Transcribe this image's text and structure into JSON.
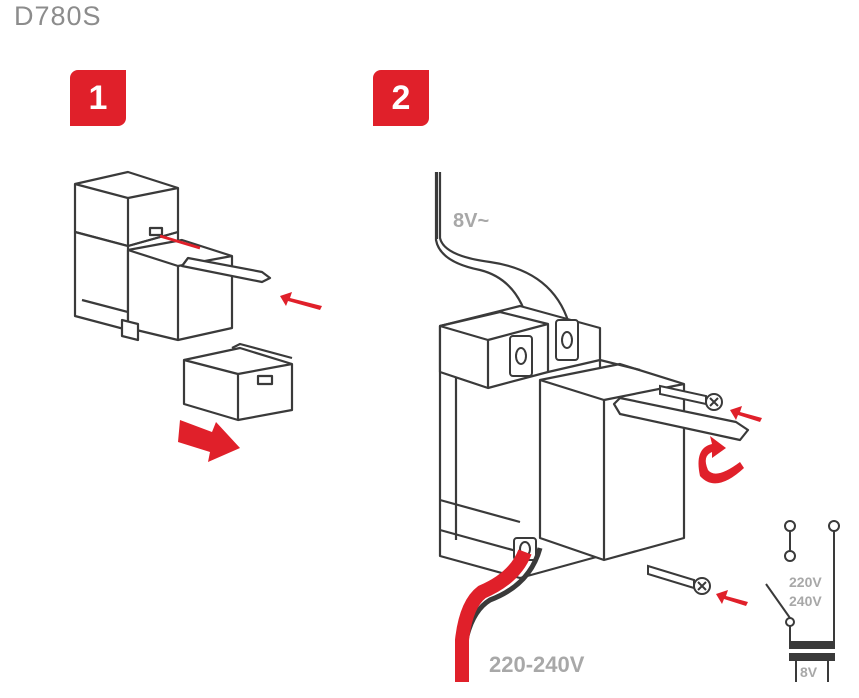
{
  "model": "D780S",
  "steps": [
    {
      "number": "1"
    },
    {
      "number": "2"
    }
  ],
  "labels": {
    "low_voltage_wire": "8V~",
    "mains_voltage": "220-240V",
    "primary_220": "220V",
    "primary_240": "240V",
    "secondary": "8V"
  },
  "colors": {
    "accent_red": "#e0202a",
    "line": "#3a3a3a",
    "label_gray": "#a8a8a8",
    "title_gray": "#8c8c8c"
  }
}
